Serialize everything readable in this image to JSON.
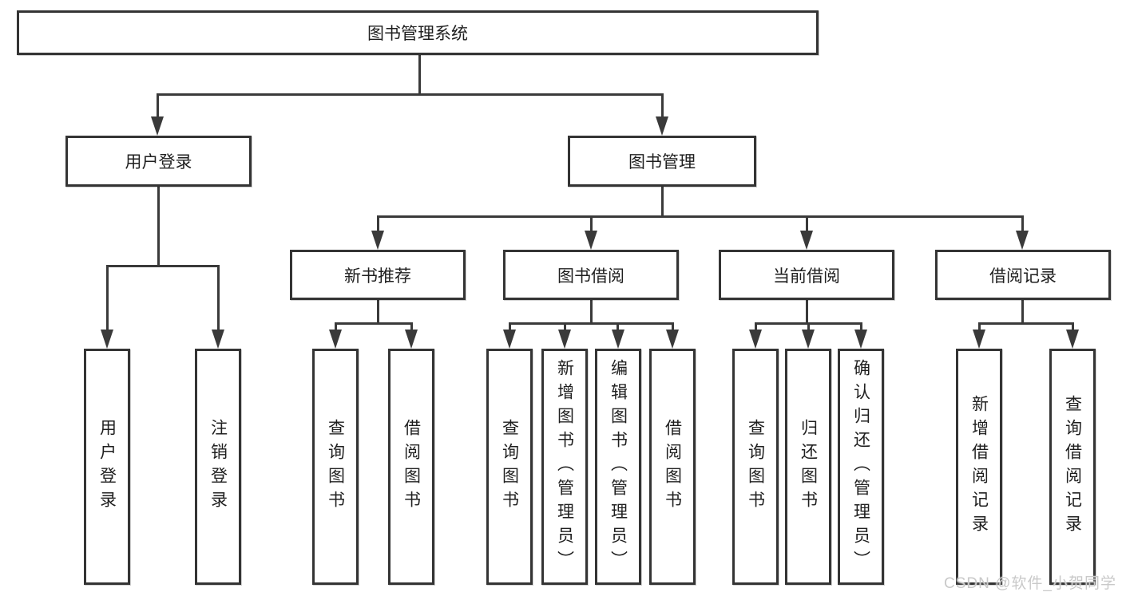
{
  "tree": {
    "root": {
      "label": "图书管理系统"
    },
    "level2": [
      {
        "label": "用户登录"
      },
      {
        "label": "图书管理"
      }
    ],
    "level3": [
      {
        "label": "新书推荐"
      },
      {
        "label": "图书借阅"
      },
      {
        "label": "当前借阅"
      },
      {
        "label": "借阅记录"
      }
    ],
    "leaves": {
      "user_login": [
        "用户登录",
        "注销登录"
      ],
      "new_books": [
        "查询图书",
        "借阅图书"
      ],
      "book_borrow": [
        "查询图书",
        "新增图书（管理员）",
        "编辑图书（管理员）",
        "借阅图书"
      ],
      "current_borrow": [
        "查询图书",
        "归还图书",
        "确认归还（管理员）"
      ],
      "borrow_records": [
        "新增借阅记录",
        "查询借阅记录"
      ]
    }
  },
  "watermark": {
    "text": "CSDN @软件_小贺同学"
  },
  "colors": {
    "line": "#3a3a3a",
    "box_border": "#343434",
    "text": "#1f1f1f",
    "watermark": "#c9c9c9",
    "background": "#ffffff"
  }
}
